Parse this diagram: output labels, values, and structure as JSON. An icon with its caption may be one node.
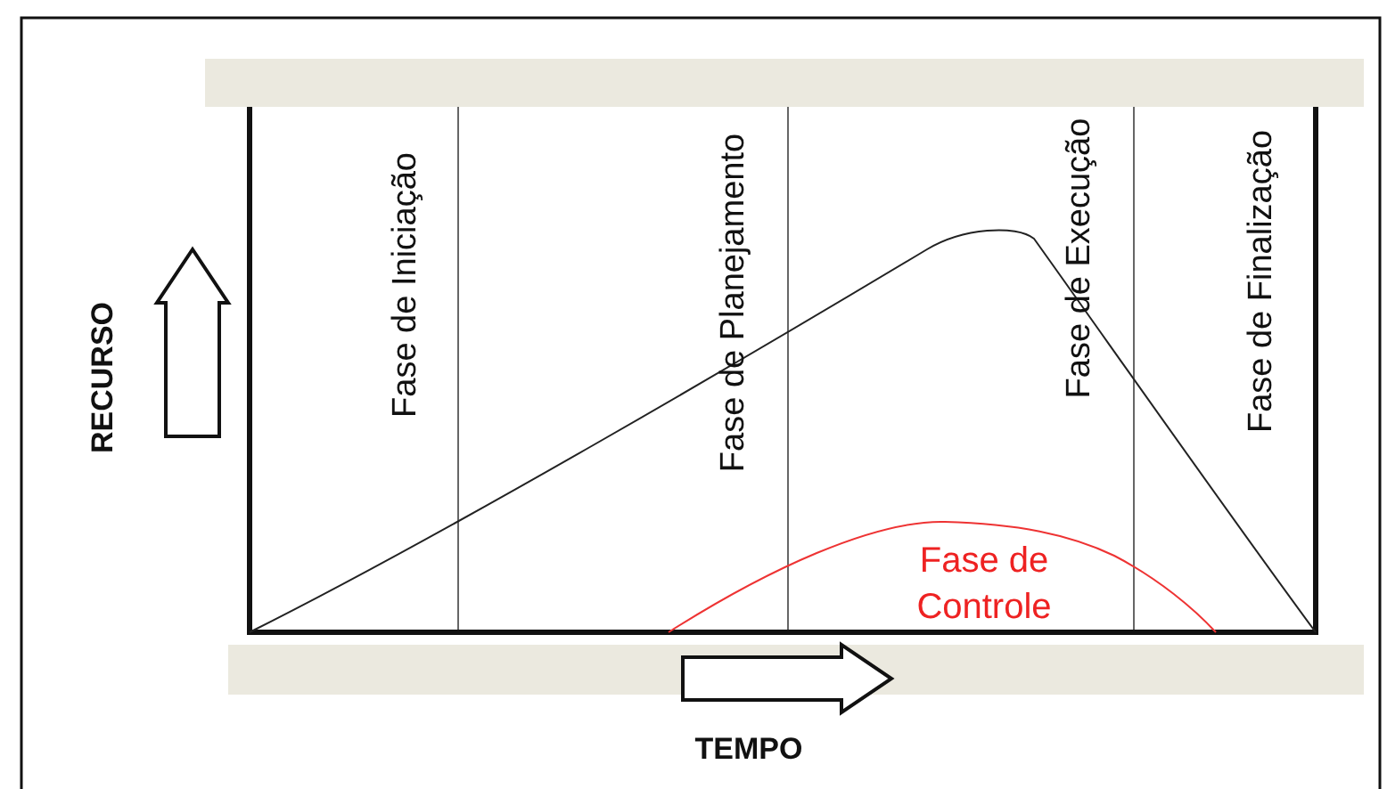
{
  "diagram": {
    "labels": [
      "Fase de Iniciação",
      "Fase de Planejamento",
      "Fase de Execução",
      "Fase de Finalização",
      "Fase de Controle",
      "RECURSO",
      "TEMPO"
    ]
  }
}
